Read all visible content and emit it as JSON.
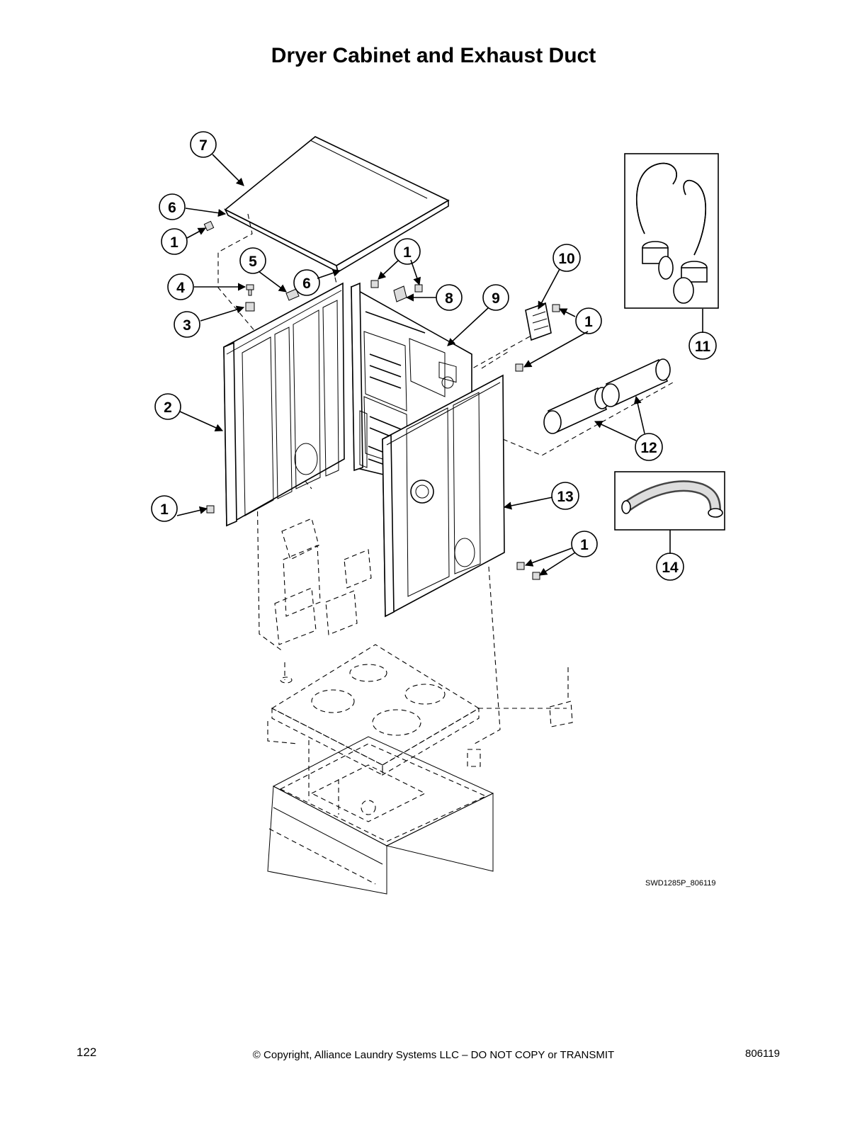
{
  "page_title": "Dryer Cabinet and Exhaust Duct",
  "drawing_id": "SWD1285P_806119",
  "footer": {
    "page_number": "122",
    "copyright": "© Copyright, Alliance Laundry Systems LLC – DO NOT COPY or TRANSMIT",
    "doc_number": "806119"
  },
  "callouts": [
    "7",
    "6",
    "1",
    "5",
    "4",
    "6",
    "1",
    "8",
    "9",
    "10",
    "3",
    "1",
    "11",
    "2",
    "12",
    "13",
    "14",
    "1",
    "1"
  ]
}
